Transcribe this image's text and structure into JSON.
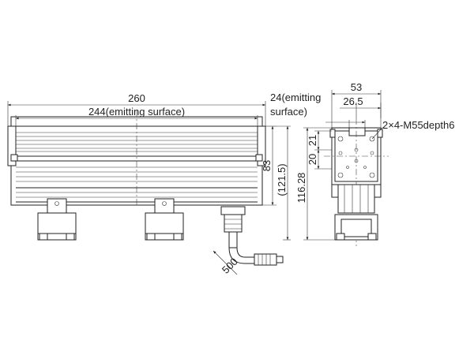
{
  "dimensions": {
    "overall_length": "260",
    "emitting_length": "244(emitting surface)",
    "body_height": "83",
    "total_height_paren": "(121.5)",
    "width": "53",
    "half_width": "26.5",
    "emitting_width_line1": "24(emitting",
    "emitting_width_line2": "surface)",
    "dim_21": "21",
    "dim_20": "20",
    "total_height_side": "116.28",
    "thread_note": "2×4-M55depth6",
    "cable_length": "500"
  },
  "colors": {
    "line": "#222222",
    "background": "#ffffff"
  }
}
